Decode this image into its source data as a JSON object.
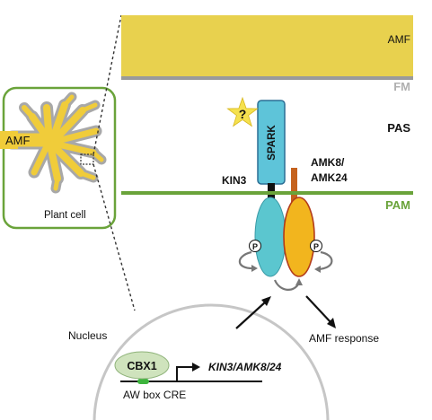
{
  "labels": {
    "amf_band": "AMF",
    "fm": "FM",
    "pas": "PAS",
    "pam": "PAM",
    "amf_cell": "AMF",
    "plant_cell": "Plant cell",
    "question": "?",
    "spark": "SPARK",
    "kin3": "KIN3",
    "amk_line1": "AMK8/",
    "amk_line2": "AMK24",
    "p_left": "P",
    "p_right": "P",
    "nucleus": "Nucleus",
    "amf_response": "AMF response",
    "cbx1": "CBX1",
    "gene": "KIN3/AMK8/24",
    "aw_box": "AW box CRE"
  },
  "colors": {
    "amf_yellow": "#e8d14e",
    "fm_gray": "#9a9a9a",
    "pam_green": "#6aa33a",
    "spark_blue": "#5ec4d9",
    "kin3_cyan": "#5bc6cf",
    "amk_orange": "#f2b51e",
    "amk_stalk": "#c5621e",
    "cbx1_green": "#cfe3bd",
    "nucleus_gray": "#c6c6c6"
  }
}
